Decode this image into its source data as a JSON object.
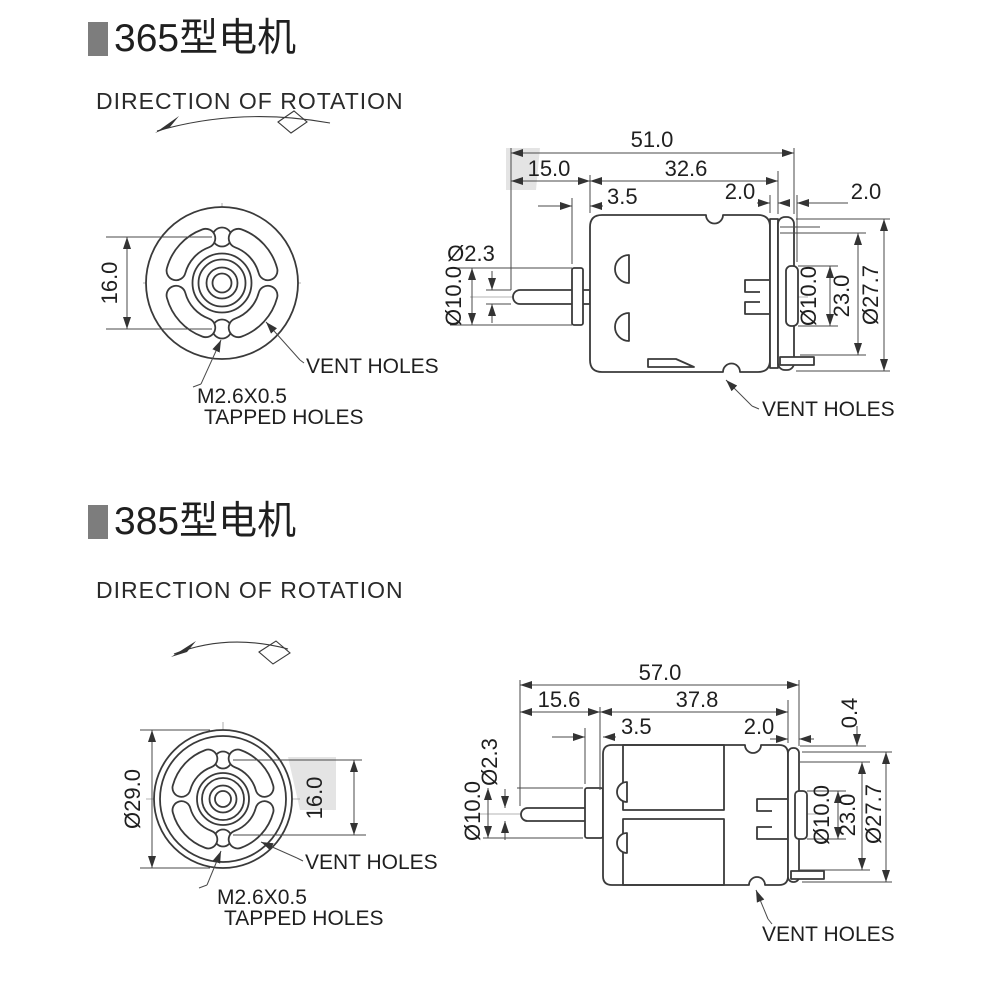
{
  "colors": {
    "title_bullet": "#7d7d7d",
    "line": "#3a3a3a",
    "background": "#ffffff"
  },
  "sections": [
    {
      "title": "365型电机",
      "direction_label": "DIRECTION OF ROTATION",
      "front": {
        "dim_hole_spacing": "16.0",
        "label_vent": "VENT HOLES",
        "label_tapped_1": "M2.6X0.5",
        "label_tapped_2": "TAPPED HOLES"
      },
      "side": {
        "dim_total": "51.0",
        "dim_shaft": "15.0",
        "dim_body": "32.6",
        "dim_boss": "3.5",
        "dim_cap": "2.0",
        "dim_brush": "2.0",
        "dim_shaft_dia": "Ø2.3",
        "dim_boss_dia": "Ø10.0",
        "dim_brush_dia": "Ø10.0",
        "dim_flats": "23.0",
        "dim_body_dia": "Ø27.7",
        "label_vent": "VENT HOLES"
      }
    },
    {
      "title": "385型电机",
      "direction_label": "DIRECTION OF ROTATION",
      "front": {
        "dim_outer_dia": "Ø29.0",
        "dim_hole_spacing": "16.0",
        "label_vent": "VENT HOLES",
        "label_tapped_1": "M2.6X0.5",
        "label_tapped_2": "TAPPED HOLES"
      },
      "side": {
        "dim_total": "57.0",
        "dim_shaft": "15.6",
        "dim_body": "37.8",
        "dim_boss": "3.5",
        "dim_cap": "2.0",
        "dim_offset": "0.4",
        "dim_shaft_dia": "Ø2.3",
        "dim_boss_dia": "Ø10.0",
        "dim_brush_dia": "Ø10.0",
        "dim_flats": "23.0",
        "dim_body_dia": "Ø27.7",
        "label_vent": "VENT HOLES"
      }
    }
  ]
}
